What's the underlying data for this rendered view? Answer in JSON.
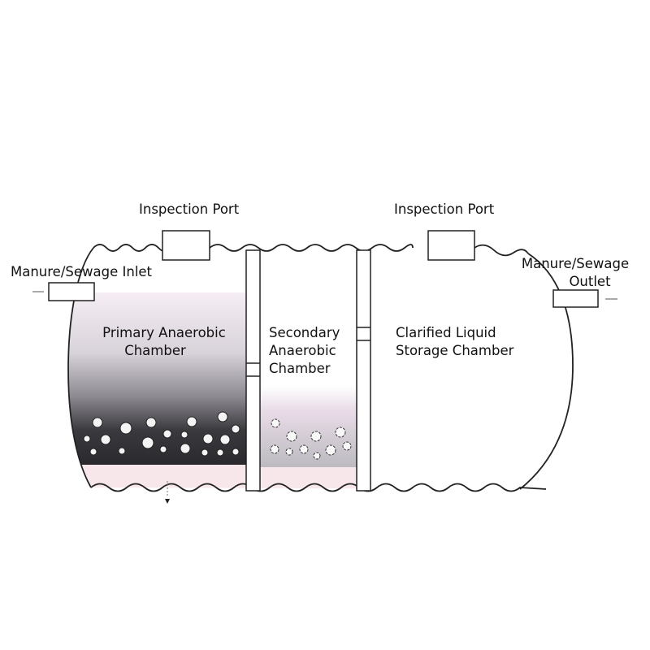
{
  "labels": {
    "inspection_port_left": "Inspection Port",
    "inspection_port_right": "Inspection Port",
    "inlet": "Manure/Sewage Inlet",
    "outlet_line1": "Manure/Sewage",
    "outlet_line2": "Outlet",
    "primary_line1": "Primary Anaerobic",
    "primary_line2": "Chamber",
    "secondary_line1": "Secondary",
    "secondary_line2": "Anaerobic",
    "secondary_line3": "Chamber",
    "clarified_line1": "Clarified Liquid",
    "clarified_line2": "Storage Chamber"
  },
  "colors": {
    "outline": "#222222",
    "sludge_dark": "#2a2a2e",
    "sludge_light": "#f3e8ef",
    "bottom_band": "#f7e6ea"
  }
}
